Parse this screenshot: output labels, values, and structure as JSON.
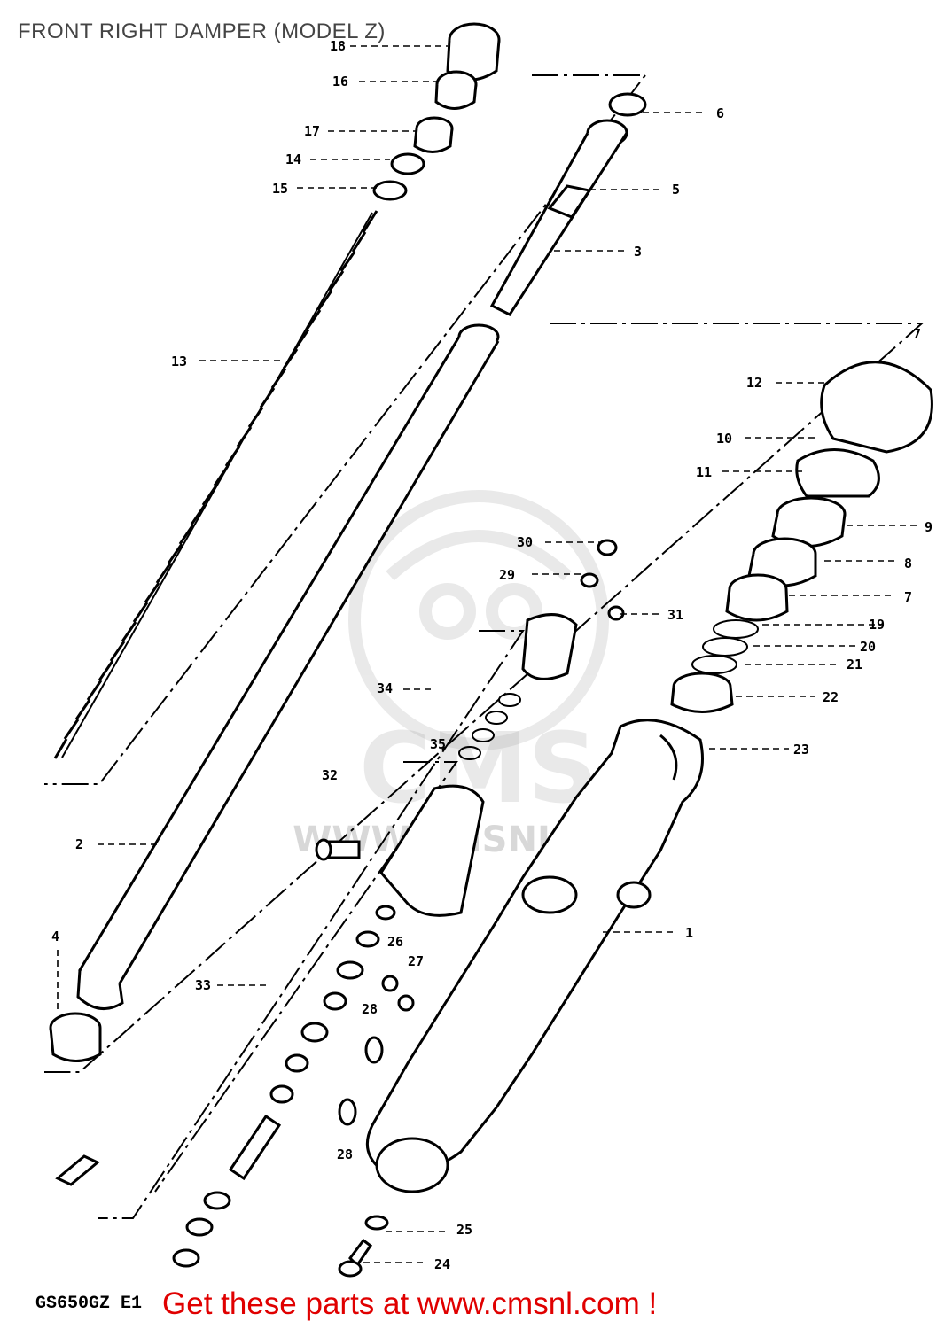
{
  "title": "FRONT RIGHT DAMPER (MODEL Z)",
  "model_code": "GS650GZ E1",
  "promo": "Get these parts at www.cmsnl.com !",
  "watermark": {
    "text": "WWW.CMSNL.COM",
    "logo": "CMS",
    "color": "#d8d8d8"
  },
  "callouts": [
    "18",
    "16",
    "17",
    "14",
    "15",
    "6",
    "5",
    "3",
    "13",
    "7",
    "12",
    "10",
    "11",
    "9",
    "30",
    "29",
    "8",
    "31",
    "19",
    "20",
    "21",
    "22",
    "34",
    "35",
    "23",
    "32",
    "2",
    "1",
    "4",
    "26",
    "27",
    "33",
    "28",
    "28",
    "25",
    "24"
  ],
  "colors": {
    "promo": "#e00000",
    "title": "#444444",
    "line": "#000000"
  }
}
